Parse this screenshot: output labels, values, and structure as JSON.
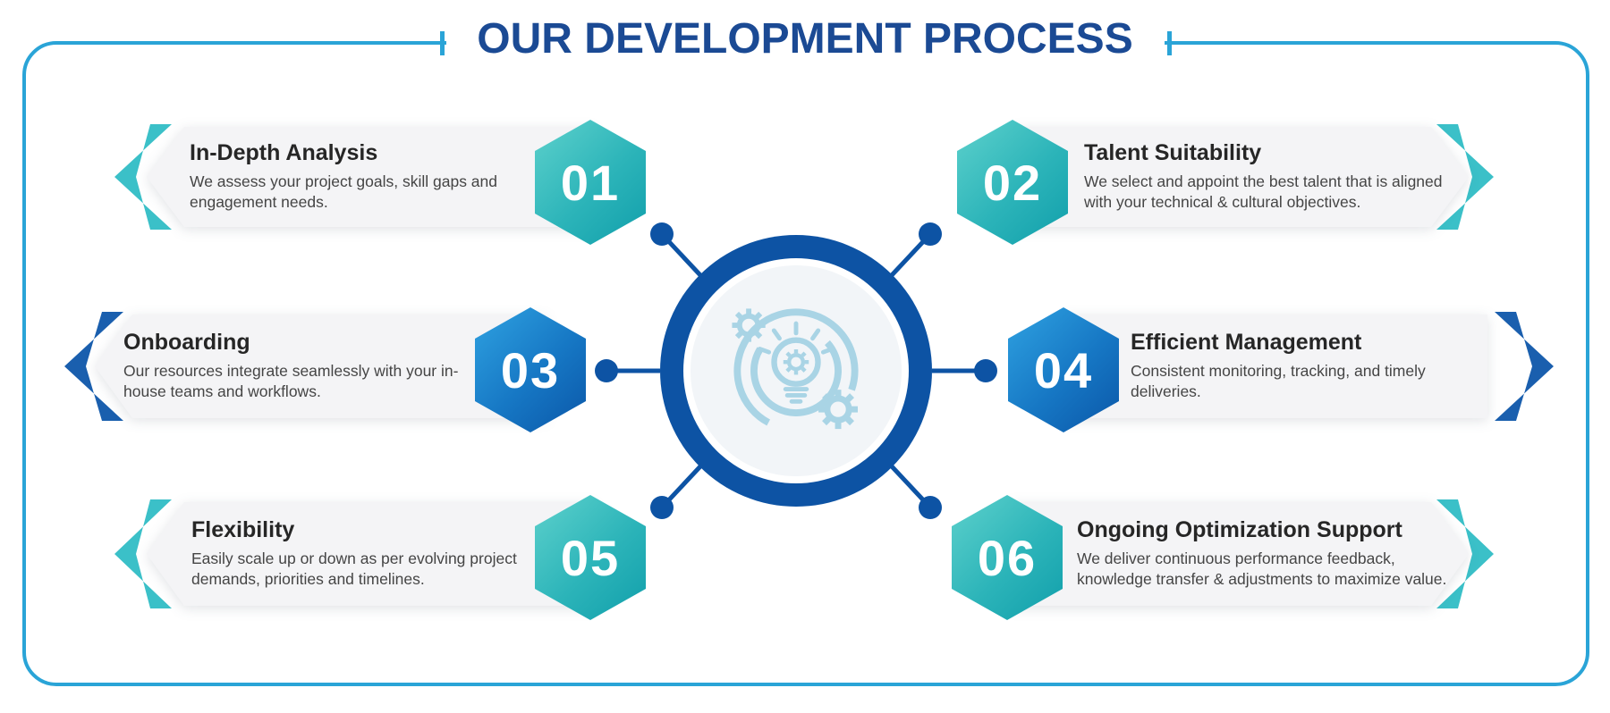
{
  "title": "OUR DEVELOPMENT PROCESS",
  "steps": [
    {
      "num": "01",
      "title": "In-Depth Analysis",
      "desc": "We assess your project goals, skill gaps and engagement needs.",
      "side": "left",
      "theme": "teal"
    },
    {
      "num": "02",
      "title": "Talent Suitability",
      "desc": "We select and appoint the best talent that is aligned with your technical & cultural objectives.",
      "side": "right",
      "theme": "teal"
    },
    {
      "num": "03",
      "title": "Onboarding",
      "desc": "Our resources integrate seamlessly with your in-house teams and workflows.",
      "side": "left",
      "theme": "blue"
    },
    {
      "num": "04",
      "title": "Efficient Management",
      "desc": "Consistent monitoring, tracking, and timely deliveries.",
      "side": "right",
      "theme": "blue"
    },
    {
      "num": "05",
      "title": "Flexibility",
      "desc": "Easily scale up or down as per evolving project demands, priorities and timelines.",
      "side": "left",
      "theme": "teal"
    },
    {
      "num": "06",
      "title": "Ongoing Optimization Support",
      "desc": "We deliver continuous performance feedback, knowledge transfer & adjustments to maximize value.",
      "side": "right",
      "theme": "teal"
    }
  ],
  "center": {
    "icon": "idea-gears-icon"
  },
  "colors": {
    "title_navy": "#1b4a94",
    "frame_blue": "#2aa4d7",
    "connector_blue": "#0d53a4",
    "teal_chevron": "#3bc0c8",
    "blue_chevron": "#1a5fae",
    "hex_teal_from": "#5dd1cc",
    "hex_teal_to": "#119fab",
    "hex_blue_from": "#2fa2e1",
    "hex_blue_to": "#0b57a8",
    "banner_bg": "#f4f4f6",
    "center_icon_blue": "#a9d4e5"
  }
}
